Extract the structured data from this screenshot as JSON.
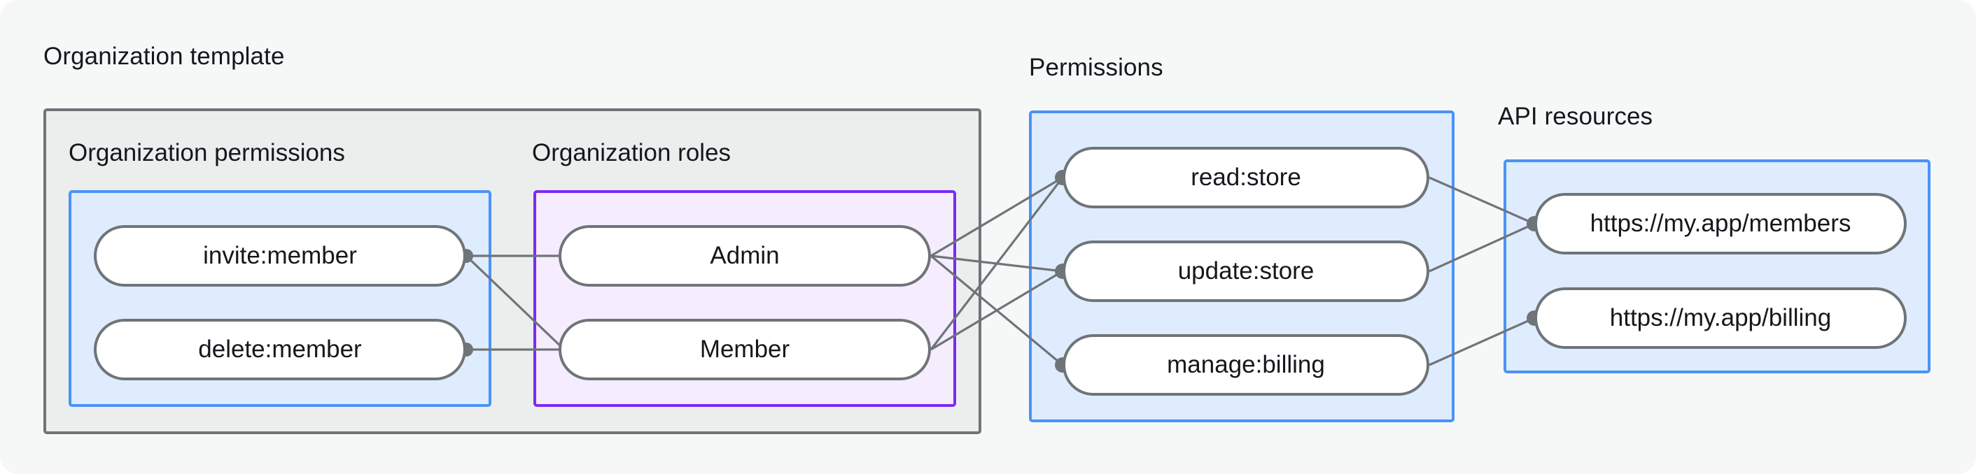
{
  "diagram": {
    "background": "#f6f8f8",
    "groups": [
      {
        "id": "organization-template",
        "title": "Organization template",
        "border_color": "#6f7478",
        "fill_color": "#eceeee"
      },
      {
        "id": "permissions",
        "title": "Permissions",
        "border_color": "#4a93f8",
        "fill_color": "#dfecfd"
      },
      {
        "id": "api-resources",
        "title": "API resources",
        "border_color": "#4a93f8",
        "fill_color": "#dfecfd"
      }
    ],
    "subgroups": [
      {
        "id": "organization-permissions",
        "title": "Organization permissions",
        "border_color": "#4a93f8",
        "fill_color": "#dfecfd"
      },
      {
        "id": "organization-roles",
        "title": "Organization roles",
        "border_color": "#7a2bf5",
        "fill_color": "#f5ecfd"
      }
    ],
    "nodes": {
      "organization_permissions": [
        {
          "id": "invite-member",
          "label": "invite:member"
        },
        {
          "id": "delete-member",
          "label": "delete:member"
        }
      ],
      "organization_roles": [
        {
          "id": "admin",
          "label": "Admin"
        },
        {
          "id": "member",
          "label": "Member"
        }
      ],
      "permissions": [
        {
          "id": "read-store",
          "label": "read:store"
        },
        {
          "id": "update-store",
          "label": "update:store"
        },
        {
          "id": "manage-billing",
          "label": "manage:billing"
        }
      ],
      "api_resources": [
        {
          "id": "members-endpoint",
          "label": "https://my.app/members"
        },
        {
          "id": "billing-endpoint",
          "label": "https://my.app/billing"
        }
      ]
    },
    "edges": [
      {
        "from": "invite-member",
        "to": "admin"
      },
      {
        "from": "invite-member",
        "to": "member"
      },
      {
        "from": "delete-member",
        "to": "member"
      },
      {
        "from": "admin",
        "to": "read-store"
      },
      {
        "from": "admin",
        "to": "update-store"
      },
      {
        "from": "admin",
        "to": "manage-billing"
      },
      {
        "from": "member",
        "to": "read-store"
      },
      {
        "from": "member",
        "to": "update-store"
      },
      {
        "from": "read-store",
        "to": "members-endpoint"
      },
      {
        "from": "update-store",
        "to": "members-endpoint"
      },
      {
        "from": "manage-billing",
        "to": "billing-endpoint"
      }
    ],
    "edge_color": "#6f7478"
  }
}
